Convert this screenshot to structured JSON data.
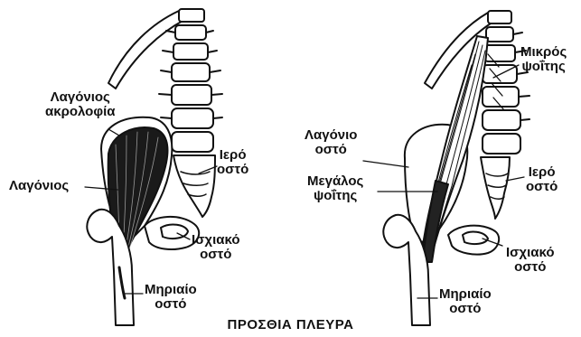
{
  "panels": [
    {
      "id": "left",
      "labels": {
        "iliac_crest": [
          "Λαγόνιος",
          "ακρολοφία"
        ],
        "iliacus": [
          "Λαγόνιος"
        ],
        "sacrum": [
          "Ιερό",
          "οστό"
        ],
        "ischium": [
          "Ισχιακό",
          "οστό"
        ],
        "femur": [
          "Μηριαίο",
          "οστό"
        ]
      }
    },
    {
      "id": "right",
      "labels": {
        "psoas_minor": [
          "Μικρός",
          "ψοΐτης"
        ],
        "ilium": [
          "Λαγόνιο",
          "οστό"
        ],
        "psoas_major": [
          "Μεγάλος",
          "ψοΐτης"
        ],
        "sacrum": [
          "Ιερό",
          "οστό"
        ],
        "ischium": [
          "Ισχιακό",
          "οστό"
        ],
        "femur": [
          "Μηριαίο",
          "οστό"
        ]
      }
    }
  ],
  "caption": "ΠΡΟΣΘΙΑ ΠΛΕΥΡΑ"
}
